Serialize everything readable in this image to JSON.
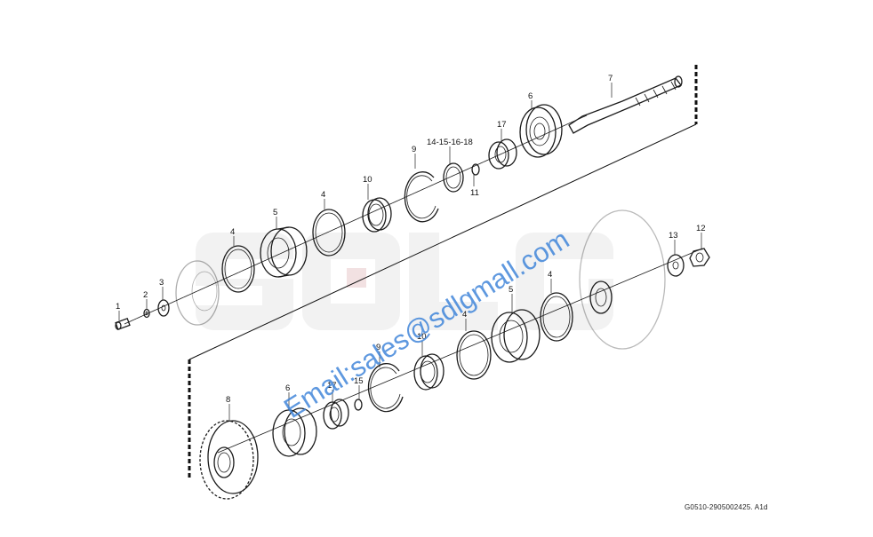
{
  "watermark": {
    "brand": "SDLG",
    "email": "Email:sales@sdlgmall.com"
  },
  "drawing_code": "G0510-2905002425. A1d",
  "callouts": {
    "p1": "1",
    "p2": "2",
    "p3": "3",
    "p4a": "4",
    "p5a": "5",
    "p4b": "4",
    "p10a": "10",
    "p9a": "9",
    "p141518": "14-15-16-18",
    "p11": "11",
    "p17a": "17",
    "p6a": "6",
    "p7": "7",
    "p13": "13",
    "p12": "12",
    "p4c": "4",
    "p5b": "5",
    "p4d": "4",
    "p10b": "10",
    "p9b": "9",
    "p15": "15",
    "p17b": "17",
    "p6b": "6",
    "p8": "8"
  }
}
